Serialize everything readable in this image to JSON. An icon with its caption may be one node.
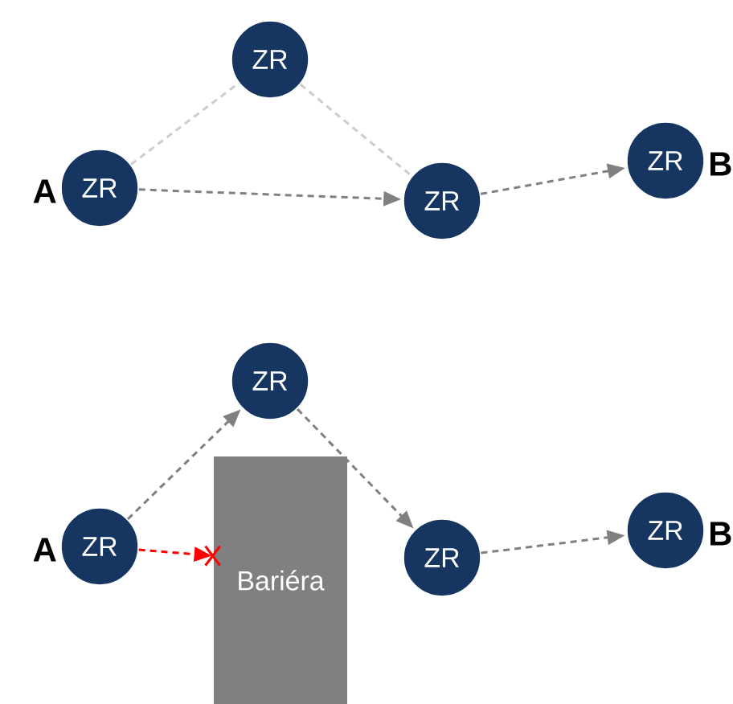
{
  "diagram": {
    "nodes": [
      {
        "text": [
          "ZR"
        ]
      },
      {
        "text": [
          "ZR"
        ],
        "beside": [
          "A"
        ]
      },
      {
        "text": [
          "ZR"
        ]
      },
      {
        "text": [
          "ZR"
        ],
        "beside": [
          "B"
        ]
      },
      {
        "text": [
          "ZR"
        ]
      },
      {
        "text": [
          "ZR"
        ],
        "beside": [
          "A"
        ]
      },
      {
        "text": [
          "Bariéra"
        ]
      },
      {
        "text": [
          "ZR"
        ]
      },
      {
        "text": [
          "ZR"
        ],
        "beside": [
          "B"
        ]
      }
    ],
    "edges": [
      {
        "from": 1,
        "to": 0,
        "arrow": "none",
        "style": "dashed",
        "color": "#cccccc"
      },
      {
        "from": 0,
        "to": 2,
        "arrow": "none",
        "style": "dashed",
        "color": "#cccccc"
      },
      {
        "from": 1,
        "to": 2,
        "arrow": "to",
        "style": "dashed"
      },
      {
        "from": 2,
        "to": 3,
        "arrow": "to",
        "style": "dashed"
      },
      {
        "from": 5,
        "to": 4,
        "arrow": "to",
        "style": "dashed"
      },
      {
        "from": 4,
        "to": 7,
        "arrow": "to",
        "style": "dashed"
      },
      {
        "from": 7,
        "to": 8,
        "arrow": "to",
        "style": "dashed"
      },
      {
        "from": 5,
        "to": 6,
        "arrow": "to",
        "style": "dashed",
        "color": "#ff0000"
      }
    ]
  }
}
